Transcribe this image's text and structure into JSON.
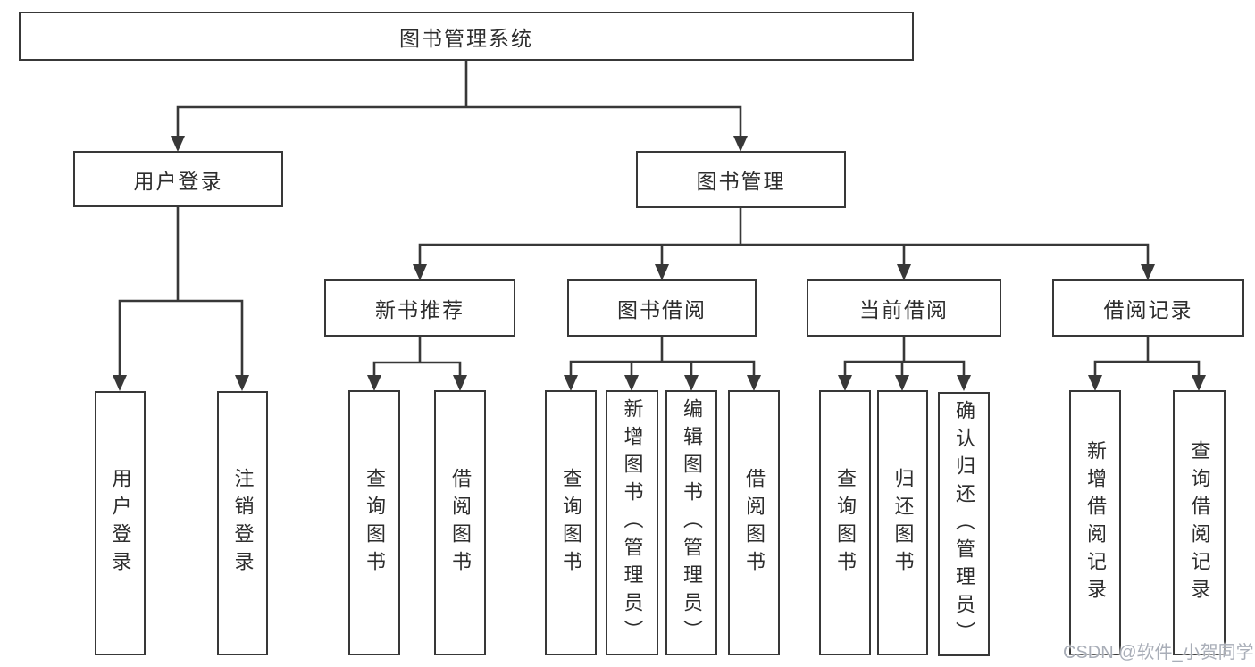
{
  "tree": {
    "root": "图书管理系统",
    "branches": [
      {
        "label": "用户登录",
        "children": [
          "用户登录",
          "注销登录"
        ]
      },
      {
        "label": "图书管理",
        "children": [
          {
            "label": "新书推荐",
            "children": [
              "查询图书",
              "借阅图书"
            ]
          },
          {
            "label": "图书借阅",
            "children": [
              "查询图书",
              "新增图书（管理员）",
              "编辑图书（管理员）",
              "借阅图书"
            ]
          },
          {
            "label": "当前借阅",
            "children": [
              "查询图书",
              "归还图书",
              "确认归还（管理员）"
            ]
          },
          {
            "label": "借阅记录",
            "children": [
              "新增借阅记录",
              "查询借阅记录"
            ]
          }
        ]
      }
    ]
  },
  "watermark": "CSDN @软件_小贺同学",
  "colors": {
    "line": "#383838",
    "text": "#2d2d2d",
    "background": "#ffffff",
    "watermark": "#a9aeb8"
  }
}
